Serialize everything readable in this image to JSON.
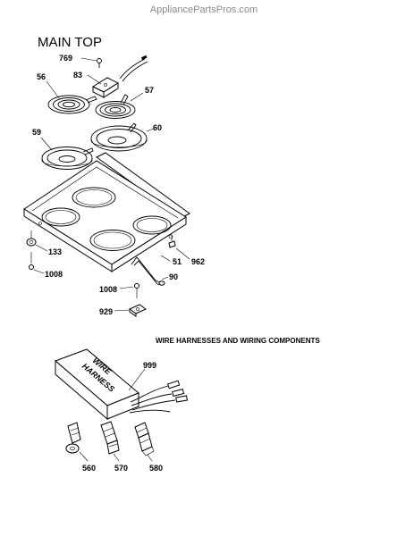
{
  "watermark": "AppliancePartsPros.com",
  "title": "MAIN TOP",
  "section_title": "WIRE HARNESSES AND WIRING COMPONENTS",
  "harness_label_line1": "WIRE",
  "harness_label_line2": "HARNESS",
  "callouts": {
    "p769": "769",
    "p83": "83",
    "p56": "56",
    "p57": "57",
    "p59": "59",
    "p60": "60",
    "p133": "133",
    "p1008a": "1008",
    "p51": "51",
    "p962": "962",
    "p90": "90",
    "p1008b": "1008",
    "p929": "929",
    "p999": "999",
    "p560": "560",
    "p570": "570",
    "p580": "580"
  }
}
